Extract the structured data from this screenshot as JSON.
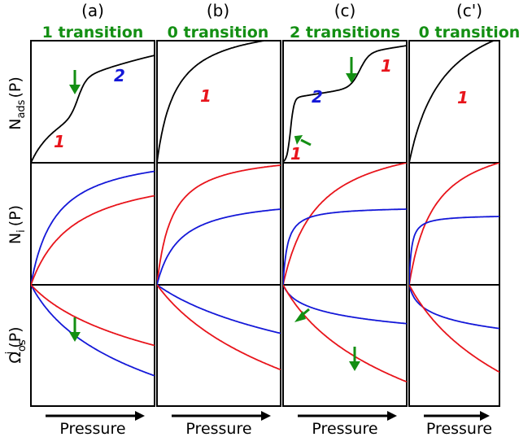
{
  "colors": {
    "black": "#000000",
    "red": "#e8141b",
    "blue": "#1418d8",
    "green": "#138f13"
  },
  "columns": [
    {
      "label": "(a)",
      "transition": "1 transition"
    },
    {
      "label": "(b)",
      "transition": "0 transition"
    },
    {
      "label": "(c)",
      "transition": "2 transitions"
    },
    {
      "label": "(c')",
      "transition": "0 transition"
    }
  ],
  "y_labels": {
    "row1": {
      "main": "N",
      "sub": "ads",
      "tail": "(P)"
    },
    "row2": {
      "main": "N",
      "sub": "i",
      "tail": "(P)"
    },
    "row3": {
      "main": "Ω",
      "sub": "os",
      "sup": "i",
      "tail": "(P)"
    }
  },
  "x_label": "Pressure",
  "branch_labels": {
    "a": [
      {
        "text": "1",
        "color": "red"
      },
      {
        "text": "2",
        "color": "blue"
      }
    ],
    "b": [
      {
        "text": "1",
        "color": "red"
      }
    ],
    "c": [
      {
        "text": "2",
        "color": "blue"
      },
      {
        "text": "1",
        "color": "red"
      },
      {
        "text": "1",
        "color": "red"
      }
    ],
    "cp": [
      {
        "text": "1",
        "color": "red"
      }
    ]
  },
  "chart_data": {
    "type": "line",
    "panels": [
      {
        "id": "a-ads",
        "curves": [
          {
            "color": "black",
            "kind": "two-step",
            "steps": [
              [
                0.45,
                0.44
              ],
              [
                0.45,
                0.14
              ]
            ]
          }
        ]
      },
      {
        "id": "a-ni",
        "curves": [
          {
            "color": "blue",
            "amp": 0.93,
            "k": 0.2
          },
          {
            "color": "red",
            "amp": 0.73,
            "k": 0.35
          }
        ]
      },
      {
        "id": "a-om",
        "curves": [
          {
            "color": "blue",
            "kind": "neg-log",
            "scale": 0.75,
            "k": 0.23
          },
          {
            "color": "red",
            "kind": "neg-log",
            "scale": 0.5,
            "k": 0.32
          }
        ]
      },
      {
        "id": "b-ads",
        "curves": [
          {
            "color": "black",
            "amp": 1.02,
            "k": 0.15
          }
        ]
      },
      {
        "id": "b-ni",
        "curves": [
          {
            "color": "red",
            "amp": 0.98,
            "k": 0.12
          },
          {
            "color": "blue",
            "amp": 0.62,
            "k": 0.18
          }
        ]
      },
      {
        "id": "b-om",
        "curves": [
          {
            "color": "blue",
            "kind": "neg-log",
            "scale": 0.4,
            "k": 0.5
          },
          {
            "color": "red",
            "kind": "neg-log",
            "scale": 0.7,
            "k": 0.4
          }
        ]
      },
      {
        "id": "c-ads",
        "curves": [
          {
            "color": "black",
            "kind": "three-step"
          }
        ]
      },
      {
        "id": "c-ni",
        "curves": [
          {
            "color": "red",
            "kind": "red-rise"
          },
          {
            "color": "blue",
            "amp": 0.62,
            "k": 0.035
          }
        ]
      },
      {
        "id": "c-om",
        "curves": [
          {
            "color": "blue",
            "kind": "neg-log",
            "scale": 0.32,
            "k": 0.04
          },
          {
            "color": "red",
            "kind": "neg-log",
            "scale": 0.8,
            "k": 0.28
          }
        ]
      },
      {
        "id": "cp-ads",
        "curves": [
          {
            "color": "black",
            "amp": 1.02,
            "k": 0.4
          }
        ]
      },
      {
        "id": "cp-ni",
        "curves": [
          {
            "color": "red",
            "kind": "red-rise"
          },
          {
            "color": "blue",
            "amp": 0.56,
            "k": 0.025
          }
        ]
      },
      {
        "id": "cp-om",
        "curves": [
          {
            "color": "blue",
            "kind": "neg-log",
            "scale": 0.36,
            "k": 0.03
          },
          {
            "color": "red",
            "kind": "neg-log",
            "scale": 0.72,
            "k": 0.42
          }
        ]
      }
    ]
  }
}
